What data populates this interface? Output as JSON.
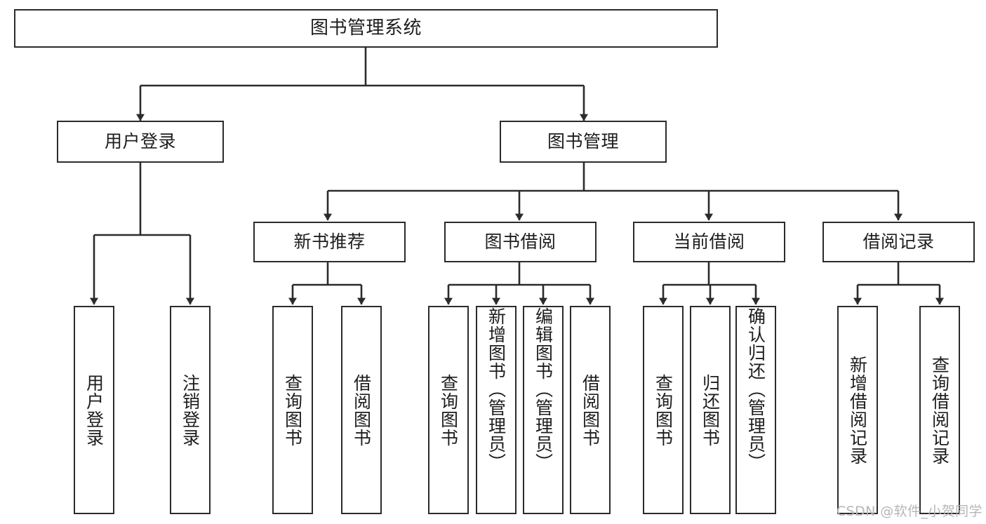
{
  "diagram": {
    "title": "图书管理系统",
    "type": "tree-hierarchy",
    "colors": {
      "stroke": "#2b2b2b",
      "fill": "#ffffff",
      "text": "#1d1d1d",
      "watermark": "#b6b6b6",
      "background": "#ffffff"
    },
    "watermark": "CSDN @软件_小贺同学"
  },
  "nodes": {
    "root": {
      "label": "图书管理系统"
    },
    "level1": [
      {
        "id": "user-login",
        "label": "用户登录"
      },
      {
        "id": "book-management",
        "label": "图书管理"
      }
    ],
    "level2": [
      {
        "id": "new-book-recommend",
        "label": "新书推荐"
      },
      {
        "id": "book-borrow",
        "label": "图书借阅"
      },
      {
        "id": "current-borrow",
        "label": "当前借阅"
      },
      {
        "id": "borrow-record",
        "label": "借阅记录"
      }
    ],
    "leaves": {
      "user_login": [
        {
          "id": "leaf-user-login",
          "label": "用户登录"
        },
        {
          "id": "leaf-logout-login",
          "label": "注销登录"
        }
      ],
      "new_book_recommend": [
        {
          "id": "leaf-query-book-1",
          "label": "查询图书"
        },
        {
          "id": "leaf-borrow-book-1",
          "label": "借阅图书"
        }
      ],
      "book_borrow": [
        {
          "id": "leaf-query-book-2",
          "label": "查询图书"
        },
        {
          "id": "leaf-add-book-admin",
          "label": "新增图书（管理员）"
        },
        {
          "id": "leaf-edit-book-admin",
          "label": "编辑图书（管理员）"
        },
        {
          "id": "leaf-borrow-book-2",
          "label": "借阅图书"
        }
      ],
      "current_borrow": [
        {
          "id": "leaf-query-book-3",
          "label": "查询图书"
        },
        {
          "id": "leaf-return-book",
          "label": "归还图书"
        },
        {
          "id": "leaf-confirm-return-admin",
          "label": "确认归还（管理员）"
        }
      ],
      "borrow_record": [
        {
          "id": "leaf-add-borrow-record",
          "label": "新增借阅记录"
        },
        {
          "id": "leaf-query-borrow-record",
          "label": "查询借阅记录"
        }
      ]
    }
  }
}
